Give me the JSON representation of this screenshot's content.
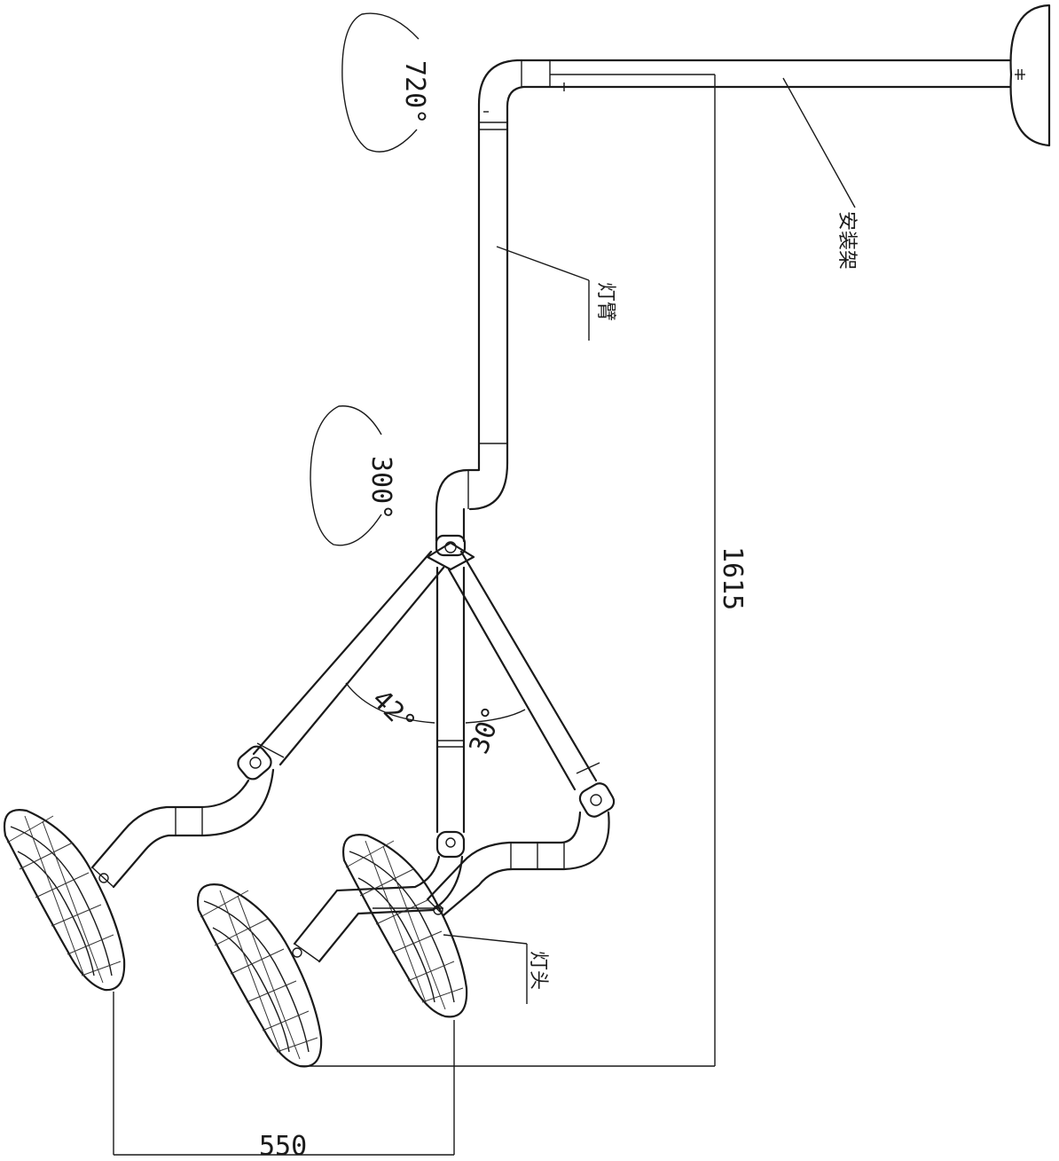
{
  "labels": {
    "mount": "安装架",
    "arm": "灯臂",
    "head": "灯头"
  },
  "rotations": {
    "top": "720°",
    "middle": "300°"
  },
  "angles": {
    "left": "42°",
    "right": "30°"
  },
  "dimensions": {
    "height": "1615",
    "spread": "550"
  },
  "colors": {
    "line": "#1a1a1a",
    "background": "#ffffff"
  }
}
